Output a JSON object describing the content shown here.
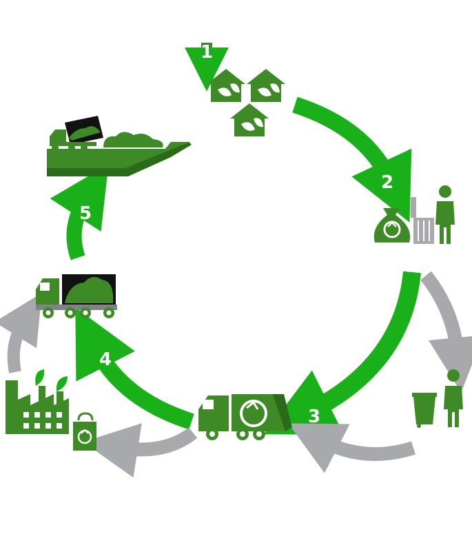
{
  "colors": {
    "bright_green": "#19b019",
    "dark_green": "#3e8a26",
    "deep_green": "#2b6b17",
    "gray": "#a7a9ac",
    "black": "#111111",
    "white": "#ffffff"
  },
  "steps": [
    {
      "number": "1",
      "icon": "houses-icon"
    },
    {
      "number": "2",
      "icon": "garbage-bag-and-bin-icon"
    },
    {
      "number": "3",
      "icon": "garbage-truck-icon"
    },
    {
      "number": "4",
      "icon": "dump-truck-icon"
    },
    {
      "number": "5",
      "icon": "landfill-icon"
    }
  ],
  "secondary_icons": [
    "person-with-bin-icon",
    "factory-icon",
    "recycle-bag-icon"
  ]
}
